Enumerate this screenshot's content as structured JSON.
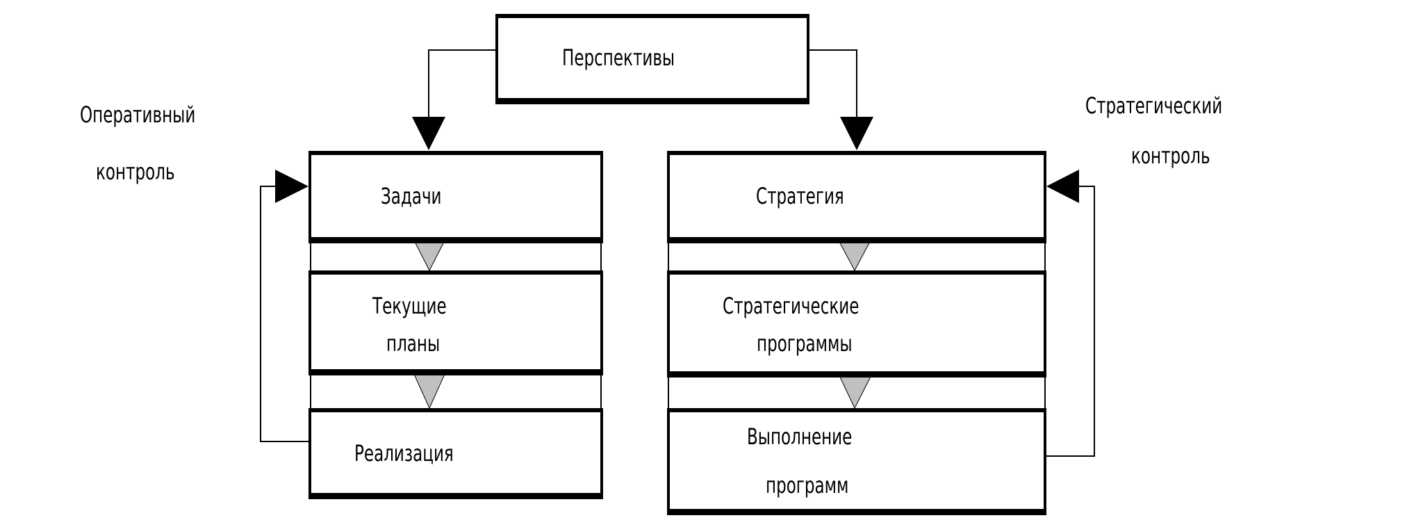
{
  "top": {
    "label": "Перспективы"
  },
  "left_column": {
    "boxes": [
      {
        "lines": [
          "Задачи"
        ]
      },
      {
        "lines": [
          "Текущие",
          "планы"
        ]
      },
      {
        "lines": [
          "Реализация"
        ]
      }
    ],
    "control_label": [
      "Оперативный",
      "контроль"
    ]
  },
  "right_column": {
    "boxes": [
      {
        "lines": [
          "Стратегия"
        ]
      },
      {
        "lines": [
          "Стратегические",
          "программы"
        ]
      },
      {
        "lines": [
          "Выполнение",
          "программ"
        ]
      }
    ],
    "control_label": [
      "Стратегический",
      "контроль"
    ]
  },
  "colors": {
    "line": "#000000",
    "gray_arrow": "#c0c0c0"
  }
}
